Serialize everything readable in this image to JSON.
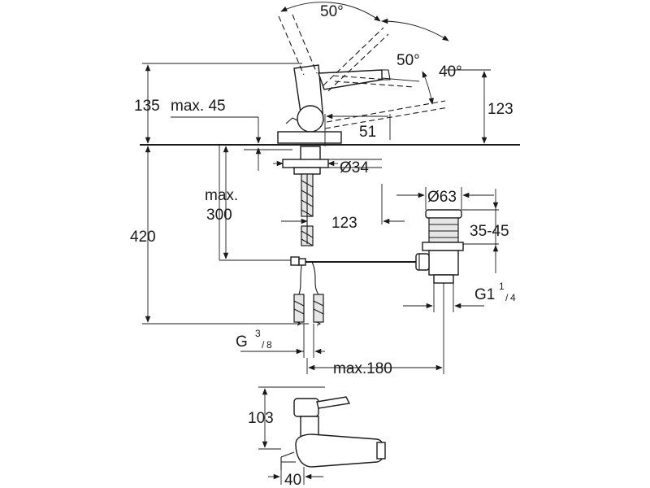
{
  "labels": {
    "angle_top": "50°",
    "angle_spout": "50°",
    "angle_side": "40°",
    "dim_135": "135",
    "dim_max45": "max. 45",
    "dim_123_right": "123",
    "dim_51": "51",
    "dim_d34": "Ø34",
    "dim_max_line1": "max.",
    "dim_max_line2": "300",
    "dim_420": "420",
    "dim_123_mid": "123",
    "dim_d63": "Ø63",
    "dim_35_45": "35-45",
    "dim_g1": "G1",
    "dim_g1_num": "1",
    "dim_g1_den": "4",
    "dim_g38": "G",
    "dim_g38_num": "3",
    "dim_g38_den": "8",
    "dim_max180": "max.180",
    "dim_103": "103",
    "dim_40": "40"
  }
}
